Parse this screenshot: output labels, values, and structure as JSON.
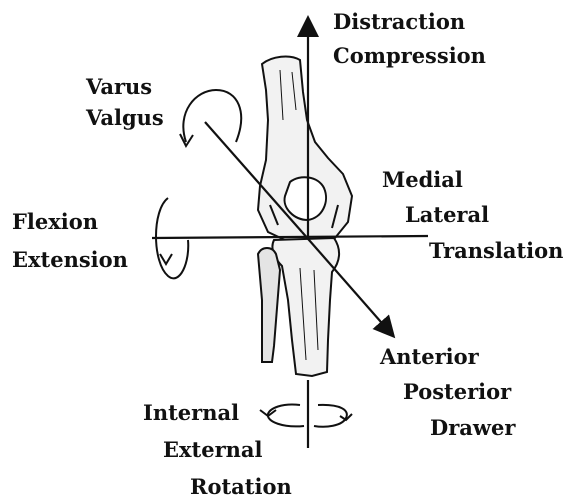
{
  "diagram": {
    "labels": {
      "distraction": "Distraction",
      "compression": "Compression",
      "varus": "Varus",
      "valgus": "Valgus",
      "medial": "Medial",
      "lateral": "Lateral",
      "translation": "Translation",
      "flexion": "Flexion",
      "extension": "Extension",
      "anterior": "Anterior",
      "posterior": "Posterior",
      "drawer": "Drawer",
      "internal": "Internal",
      "external": "External",
      "rotation": "Rotation"
    },
    "colors": {
      "ink": "#111111",
      "bone_fill": "#f2f2f2",
      "background": "#ffffff"
    }
  }
}
